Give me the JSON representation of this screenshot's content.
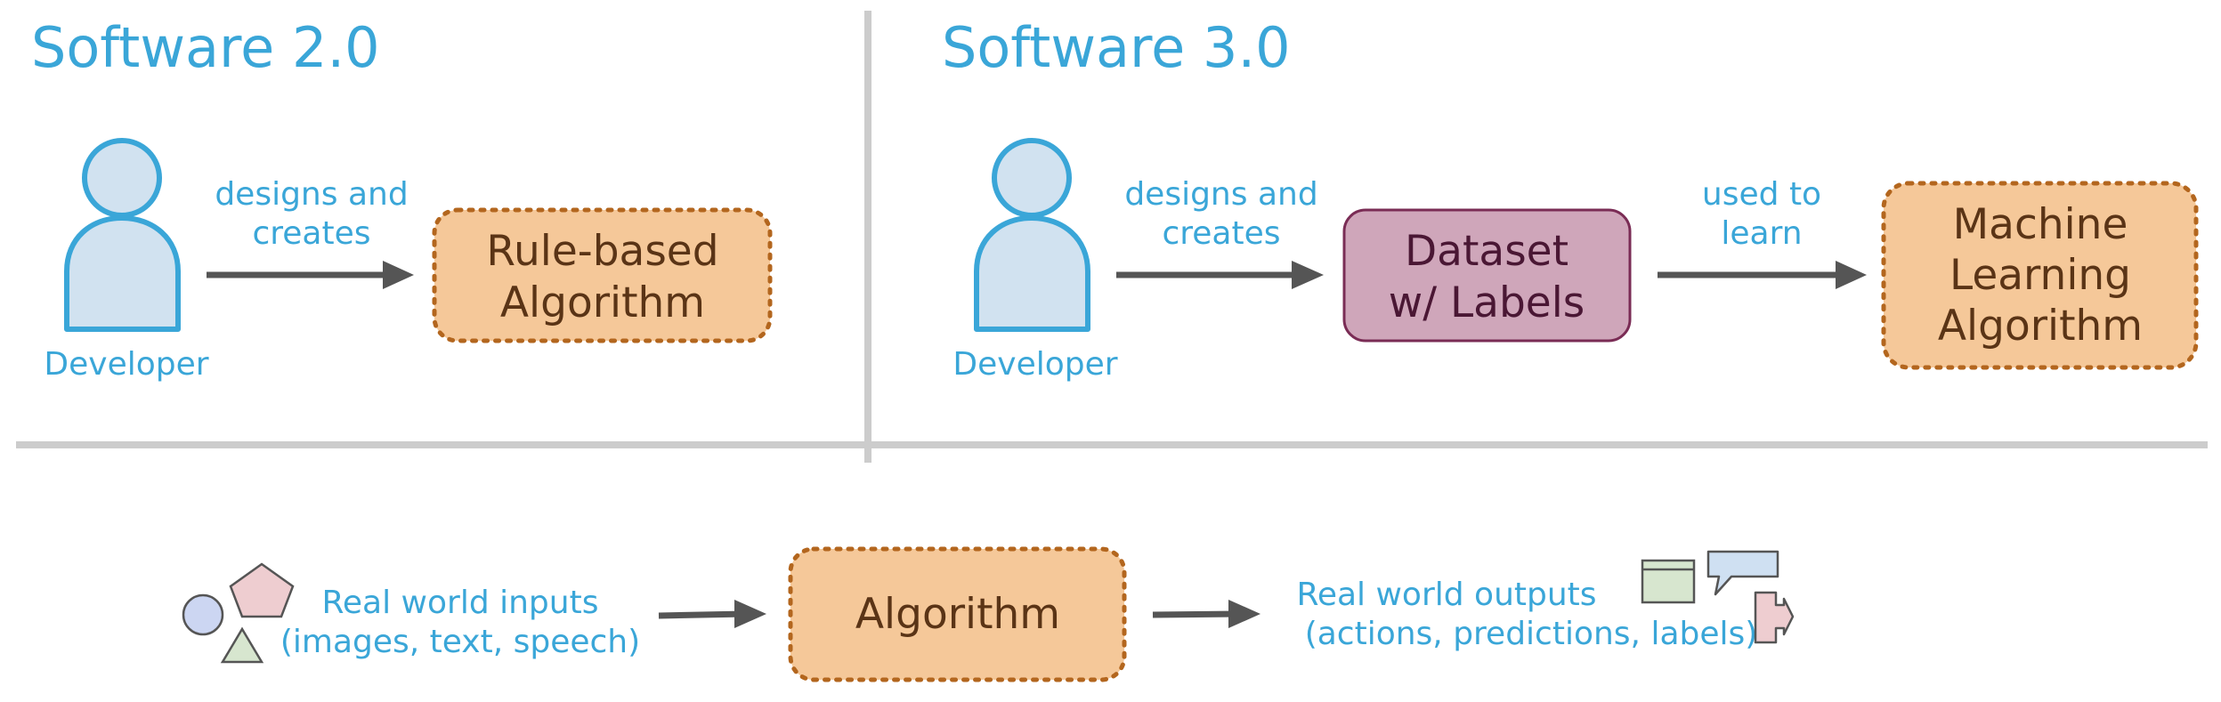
{
  "sections": {
    "software2": {
      "title": "Software 2.0",
      "actor_label": "Developer",
      "arrow_label": [
        "designs and",
        "creates"
      ],
      "box_label": [
        "Rule-based",
        "Algorithm"
      ]
    },
    "software3": {
      "title": "Software 3.0",
      "actor_label": "Developer",
      "arrow1_label": [
        "designs and",
        "creates"
      ],
      "dataset_label": [
        "Dataset",
        "w/ Labels"
      ],
      "arrow2_label": [
        "used to",
        "learn"
      ],
      "box_label": [
        "Machine",
        "Learning",
        "Algorithm"
      ]
    },
    "bottom": {
      "inputs_label": [
        "Real world inputs",
        "(images, text, speech)"
      ],
      "algorithm_label": "Algorithm",
      "outputs_label": [
        "Real world outputs",
        "(actions, predictions, labels)"
      ]
    }
  },
  "colors": {
    "title_blue": "#3aa6d8",
    "person_fill": "#d1e2f0",
    "orange_fill": "#f5c899",
    "orange_border": "#b3661e",
    "dataset_fill": "#cfa6ba",
    "dataset_border": "#7a2c55",
    "arrow": "#555555",
    "divider": "#cccccc"
  },
  "icons": [
    "person-icon",
    "circle-icon",
    "pentagon-icon",
    "triangle-icon",
    "window-icon",
    "speech-bubble-icon",
    "tag-icon"
  ]
}
